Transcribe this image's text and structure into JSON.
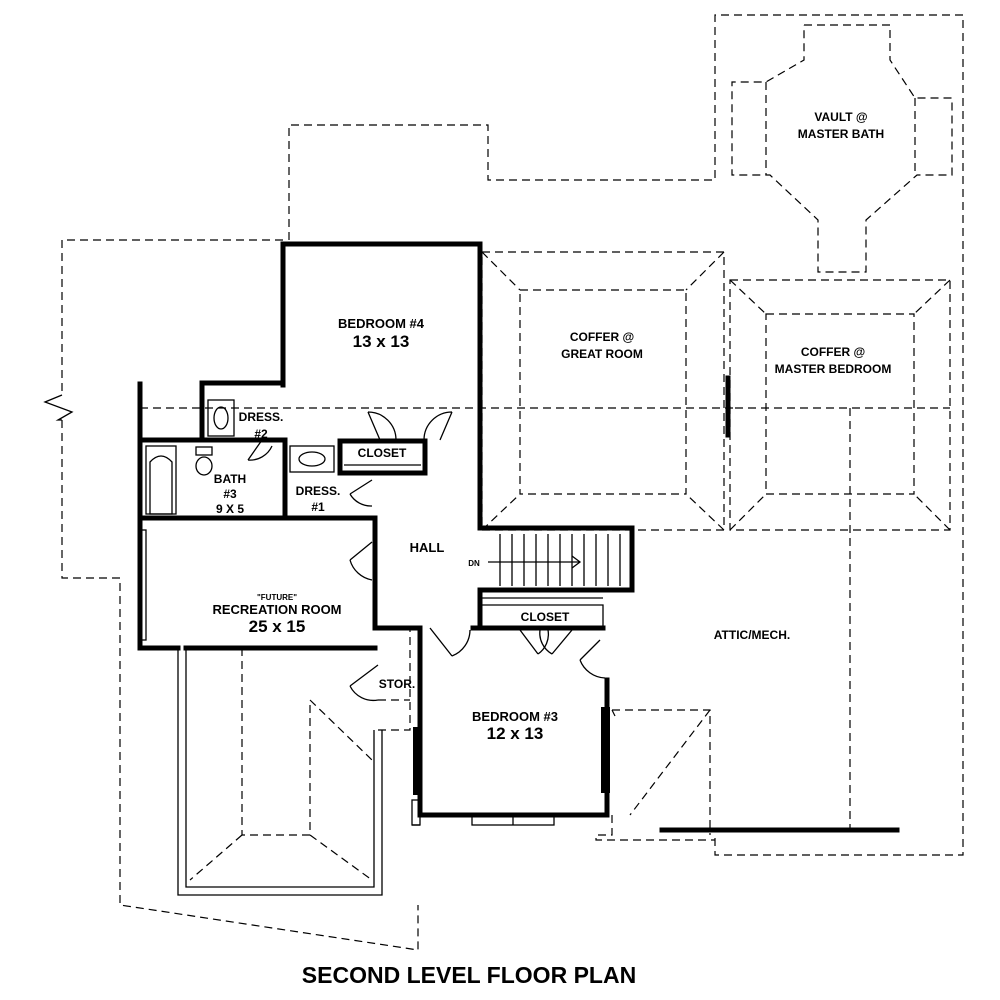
{
  "title": "SECOND LEVEL FLOOR PLAN",
  "rooms": {
    "bedroom4": {
      "name": "BEDROOM #4",
      "size": "13 x 13"
    },
    "coffer_great": {
      "line1": "COFFER @",
      "line2": "GREAT ROOM"
    },
    "coffer_master": {
      "line1": "COFFER @",
      "line2": "MASTER BEDROOM"
    },
    "vault": {
      "line1": "VAULT @",
      "line2": "MASTER BATH"
    },
    "dress2": {
      "line1": "DRESS.",
      "line2": "#2"
    },
    "closet_top": "CLOSET",
    "bath3": {
      "line1": "BATH",
      "line2": "#3",
      "size": "9 X 5"
    },
    "dress1": {
      "line1": "DRESS.",
      "line2": "#1"
    },
    "hall": "HALL",
    "dn": "DN",
    "recreation": {
      "note": "\"FUTURE\"",
      "name": "RECREATION ROOM",
      "size": "25 x 15"
    },
    "closet_bottom": "CLOSET",
    "attic": "ATTIC/MECH.",
    "stor": "STOR.",
    "bedroom3": {
      "name": "BEDROOM #3",
      "size": "12 x 13"
    }
  }
}
